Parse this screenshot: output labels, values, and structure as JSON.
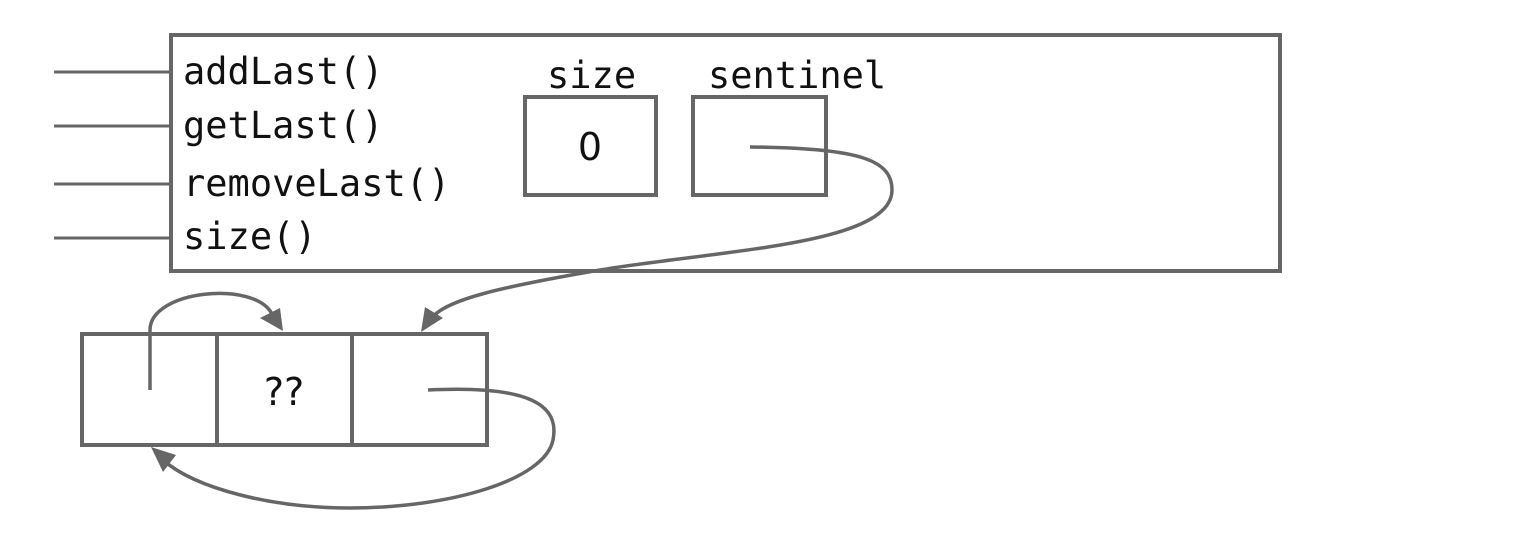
{
  "methods": [
    "addLast()",
    "getLast()",
    "removeLast()",
    "size()"
  ],
  "fields": {
    "size_label": "size",
    "size_value": "0",
    "sentinel_label": "sentinel"
  },
  "sentinel_node": {
    "prev_value": "",
    "item_value": "??",
    "next_value": ""
  },
  "colors": {
    "stroke": "#666666",
    "text": "#111111",
    "background": "#ffffff"
  }
}
